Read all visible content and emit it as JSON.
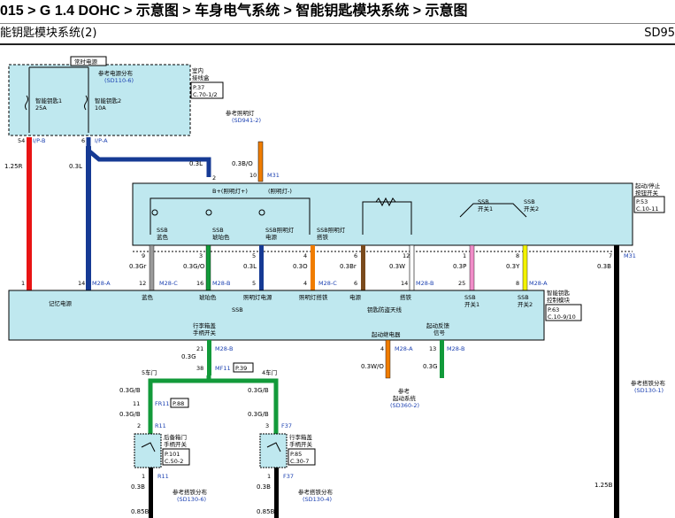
{
  "header": {
    "breadcrumb": "015 > G 1.4 DOHC > 示意图 > 车身电气系统 > 智能钥匙模块系统 > 示意图",
    "title": "能钥匙模块系统(2)",
    "code": "SD95"
  },
  "junction_box": {
    "hot": "常时电源",
    "ref": "参考电源分布",
    "ref_code": "(SD110-6)",
    "name1": "室内",
    "name2": "接线盒",
    "page": "P.37",
    "conn": "C.70-1/2",
    "fuse1_name": "智能钥匙1",
    "fuse1_rating": "25A",
    "fuse2_name": "智能钥匙2",
    "fuse2_rating": "10A",
    "pin1": "54",
    "conn1": "I/P-B",
    "pin2": "6",
    "conn2": "I/P-A"
  },
  "wires": {
    "w1": "1.25R",
    "w2": "0.3L",
    "w3": "0.3L",
    "w4": "0.3B/O",
    "w_gr": "0.3Gr",
    "w_go": "0.3G/O",
    "w_l": "0.3L",
    "w_o": "0.3O",
    "w_br": "0.3Br",
    "w_w": "0.3W",
    "w_p": "0.3P",
    "w_y": "0.3Y",
    "w_b": "0.3B",
    "w_lug": "0.3G",
    "w_wo": "0.3W/O",
    "w_g2": "0.3G",
    "w_gb1": "0.3G/B",
    "w_gb2": "0.3G/B",
    "w_gb3": "0.3G/B",
    "w_gb4": "0.3G/B",
    "w_b1": "0.3B",
    "w_b2": "0.3B",
    "w_085_1": "0.85B",
    "w_085_2": "0.85B",
    "w_125b": "1.25B"
  },
  "illum": {
    "ref": "参考照明灯",
    "code": "(SD941-2)",
    "pin": "10",
    "conn": "M31"
  },
  "switch": {
    "bplus": "B+(照明灯+)",
    "minus": "(照明灯-)",
    "name1": "起动/停止",
    "name2": "按钮开关",
    "page": "P.53",
    "conn": "C.10-11",
    "led1a": "SSB",
    "led1b": "蓝色",
    "led2a": "SSB",
    "led2b": "琥珀色",
    "led3a": "SSB照明灯",
    "led3b": "电源",
    "led4a": "SSB照明灯",
    "led4b": "搭铁",
    "sw1a": "SSB",
    "sw1b": "开关1",
    "sw2a": "SSB",
    "sw2b": "开关2",
    "p_top": "2",
    "p9": "9",
    "p3": "3",
    "p5": "5",
    "p4": "4",
    "p6": "6",
    "p12": "12",
    "p1": "1",
    "p8": "8",
    "p7": "7",
    "conn_m31": "M31",
    "conn_m31b": "M31"
  },
  "module": {
    "p_m1": "1",
    "p_m14": "14",
    "c_m28a": "M28-A",
    "p12": "12",
    "c_m28c": "M28-C",
    "p16": "16",
    "c_m28b": "M28-B",
    "p5": "5",
    "p4": "4",
    "c_m28c2": "M28-C",
    "p6": "6",
    "p14": "14",
    "c_m28b2": "M28-B",
    "p25": "25",
    "p8": "8",
    "c_m28a2": "M28-A",
    "mem": "记忆电源",
    "blue": "蓝色",
    "amber": "琥珀色",
    "ilp": "照明灯电源",
    "ilg": "照明灯搭铁",
    "pwr": "电源",
    "gnd": "搭铁",
    "sw1": "SSB",
    "sw1b": "开关1",
    "sw2": "SSB",
    "sw2b": "开关2",
    "ssb": "SSB",
    "ant": "钥匙防盗天线",
    "name1": "智能钥匙",
    "name2": "控制模块",
    "page": "P.63",
    "conn": "C.10-9/10",
    "lug1": "行李箱盖",
    "lug2": "手柄开关",
    "p21": "21",
    "c_m28b3": "M28-B",
    "relay": "起动继电器",
    "fb1": "起动反馈",
    "fb2": "信号",
    "p4b": "4",
    "c_m28a3": "M28-A",
    "p13": "13",
    "c_m28b4": "M28-B"
  },
  "bottom": {
    "p38": "38",
    "c_mf11": "MF11",
    "page_mf11": "P.39",
    "door5": "5车门",
    "door4": "4车门",
    "p11": "11",
    "c_fr11": "FR11",
    "page_fr11": "P.88",
    "p2a": "2",
    "c_r11": "R11",
    "tail1": "后备箱门",
    "tail2": "手柄开关",
    "tail_page": "P.101",
    "tail_conn": "C.50-2",
    "p1a": "1",
    "c_r11b": "R11",
    "p3b": "3",
    "c_f37": "F37",
    "lug1": "行李箱盖",
    "lug2": "手柄开关",
    "lug_page": "P.85",
    "lug_conn": "C.30-7",
    "p1b": "1",
    "c_f37b": "F37",
    "gref1": "参考搭铁分布",
    "gcode1": "(SD130-6)",
    "gref2": "参考搭铁分布",
    "gcode2": "(SD130-4)",
    "gref3": "参考搭铁分布",
    "gcode3": "(SD130-1)",
    "start_ref": "参考",
    "start_ref2": "起动系统",
    "start_code": "(SD360-2)"
  },
  "colors": {
    "red": "#e81414",
    "blue": "#163a94",
    "black": "#000000",
    "orange": "#f07d00",
    "gray": "#9a9a9a",
    "green": "#129a3a",
    "yellow": "#f2f200",
    "pink": "#f08cc8",
    "brown": "#7a4a1c",
    "box": "#bfe8ef"
  }
}
